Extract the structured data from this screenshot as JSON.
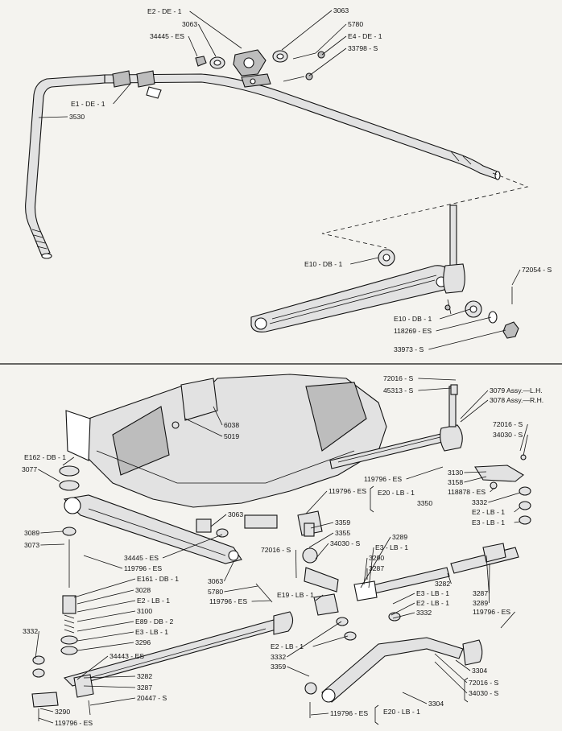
{
  "top_labels": [
    "E2 - DE - 1",
    "3063",
    "3063",
    "34445 - ES",
    "5780",
    "E4 - DE - 1",
    "33798 - S",
    "E1 - DE - 1",
    "3530",
    "E10 - DB - 1",
    "72054 - S",
    "E10 - DB - 1",
    "118269 - ES",
    "33973 - S"
  ],
  "bottom_labels": [
    "72016 - S",
    "45313 - S",
    "3079 Assy.—L.H.",
    "3078 Assy.—R.H.",
    "72016 - S",
    "34030 - S",
    "6038",
    "5019",
    "E162 - DB - 1",
    "3077",
    "119796 - ES",
    "3130",
    "3158",
    "118878 - ES",
    "3332",
    "119796 - ES",
    "E20 - LB - 1",
    "3350",
    "E2 - LB - 1",
    "E3 - LB - 1",
    "3089",
    "3073",
    "3063",
    "3359",
    "3355",
    "34030 - S",
    "72016 - S",
    "3289",
    "E3 - LB - 1",
    "3290",
    "3287",
    "34445 - ES",
    "119796 - ES",
    "E161 - DB - 1",
    "3063",
    "5780",
    "119796 - ES",
    "E19 - LB - 1",
    "3282",
    "3287",
    "3289",
    "E3 - LB - 1",
    "E2 - LB - 1",
    "3332",
    "3028",
    "E2 - LB - 1",
    "3100",
    "E89 - DB - 2",
    "E3 - LB - 1",
    "3296",
    "3332",
    "119796 - ES",
    "34443 - ES",
    "E2 - LB - 1",
    "3332",
    "3359",
    "3304",
    "72016 - S",
    "34030 - S",
    "3304",
    "3282",
    "3287",
    "20447 - S",
    "3290",
    "119796 - ES",
    "E20 - LB - 1",
    "119796 - ES"
  ]
}
